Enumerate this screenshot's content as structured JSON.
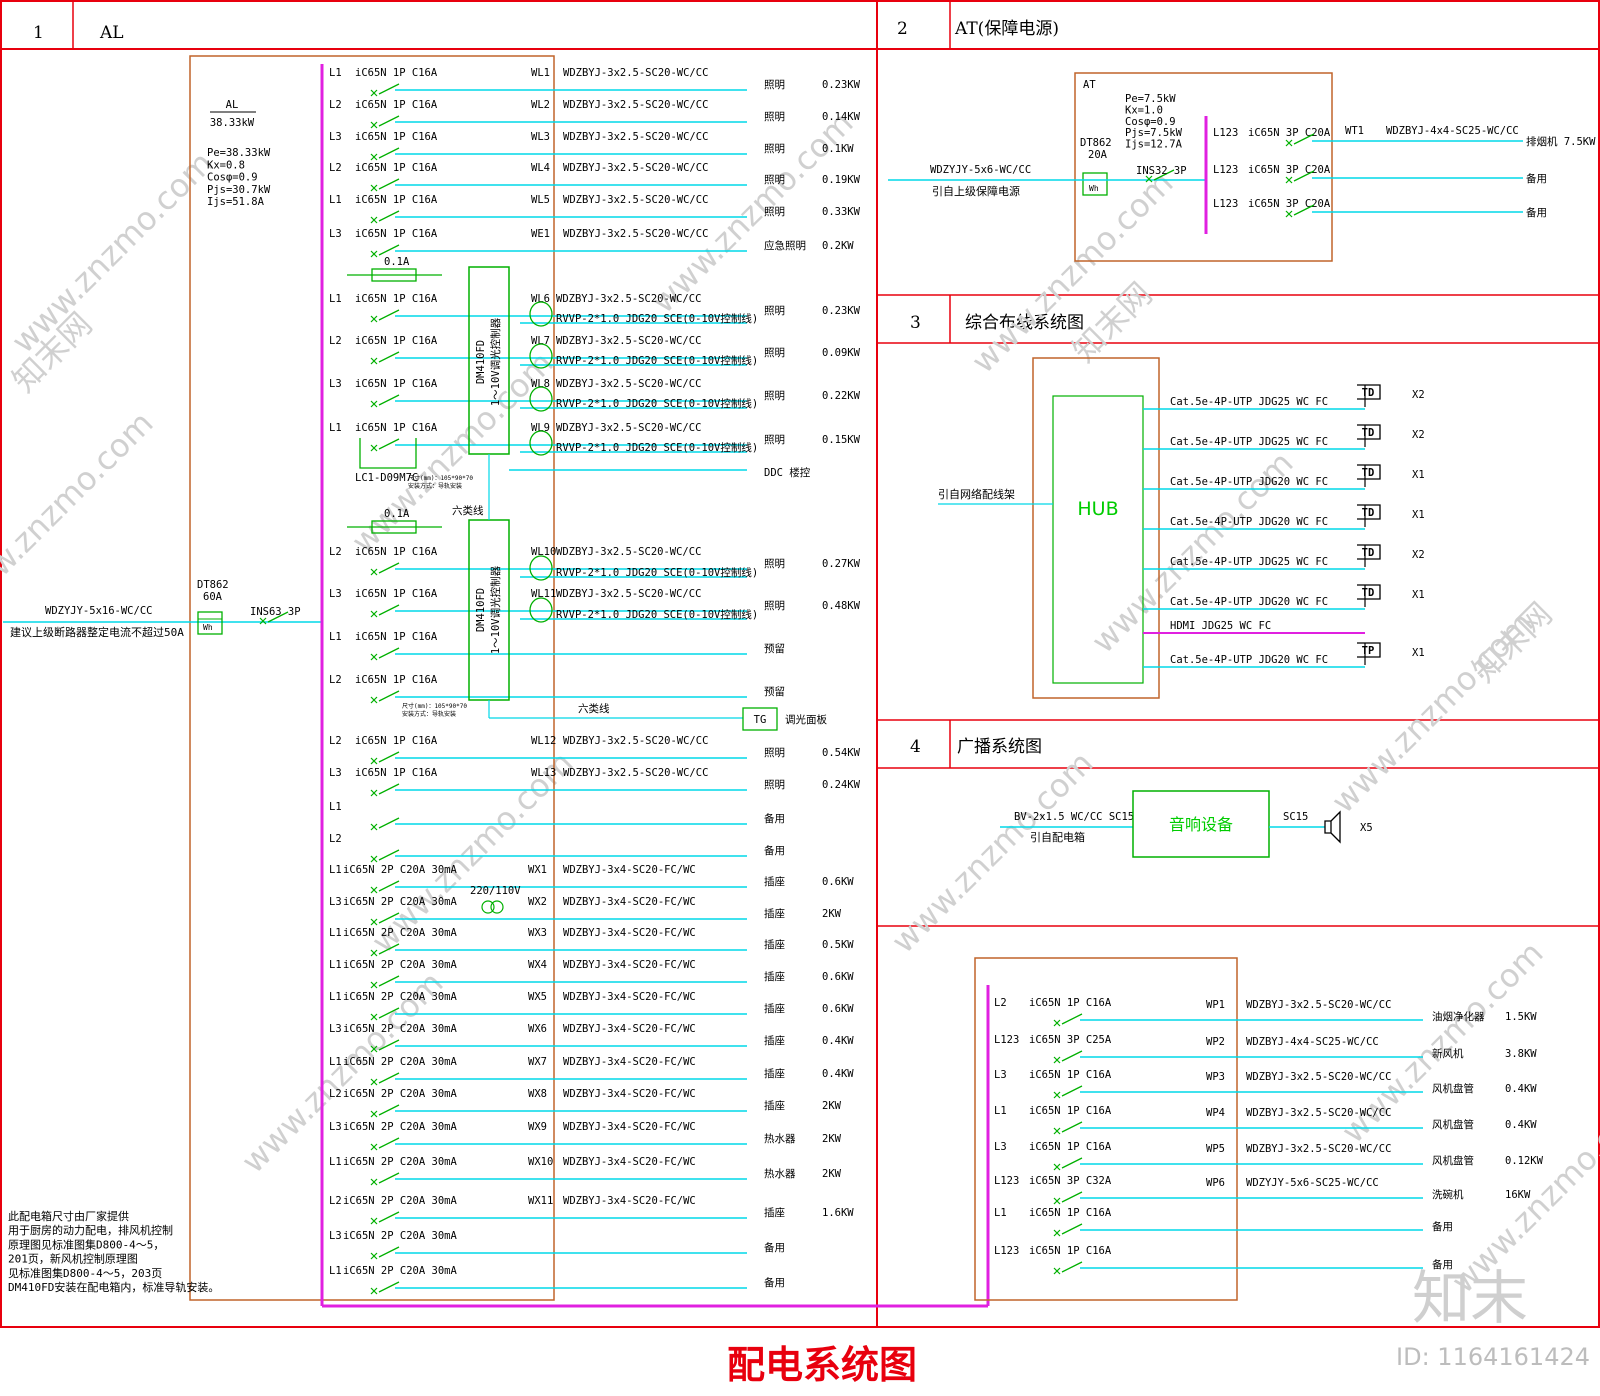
{
  "sheet_title": "配电系统图",
  "panels": {
    "p1": {
      "num": "1",
      "name": "AL"
    },
    "p2": {
      "num": "2",
      "name": "AT(保障电源)"
    },
    "p3": {
      "num": "3",
      "name": "综合布线系统图"
    },
    "p4": {
      "num": "4",
      "name": "广播系统图"
    }
  },
  "al": {
    "box_name": "AL",
    "box_load": "38.33kW",
    "params": [
      "Pe=38.33kW",
      "Kx=0.8",
      "Cosφ=0.9",
      "Pjs=30.7kW",
      "Ijs=51.8A"
    ],
    "meter": "DT862",
    "meter_current": "60A",
    "meter_symbol": "Wh",
    "main_switch": "INS63 3P",
    "feeder": "WDZYJY-5x16-WC/CC",
    "feeder_note": "建议上级断路器整定电流不超过50A",
    "fuse1": "0.1A",
    "fuse2": "0.1A",
    "contactor": "LC1-D09M7C",
    "dimmer_ctrl": "DM410FD",
    "dimmer_desc": "1～10V调光控制器",
    "dimmer_size": "尺寸(mm)：105*90*70",
    "dimmer_install": "安装方式：导轨安装",
    "cat6_1": "六类线",
    "cat6_2": "六类线",
    "tg_label": "TG",
    "tg_desc": "调光面板",
    "ddc": "DDC 楼控",
    "transformer": "220/110V",
    "notes": [
      "此配电箱尺寸由厂家提供",
      "用于厨房的动力配电，排风机控制",
      "原理图见标准图集D800-4～5，",
      "201页，新风机控制原理图",
      "见标准图集D800-4～5，203页",
      "DM410FD安装在配电箱内，标准导轨安装。"
    ],
    "circuits": [
      {
        "phase": "L1",
        "breaker": "iC65N 1P C16A",
        "id": "WL1",
        "cable": "WDZBYJ-3x2.5-SC20-WC/CC",
        "use": "照明",
        "load": "0.23KW"
      },
      {
        "phase": "L2",
        "breaker": "iC65N 1P C16A",
        "id": "WL2",
        "cable": "WDZBYJ-3x2.5-SC20-WC/CC",
        "use": "照明",
        "load": "0.14KW"
      },
      {
        "phase": "L3",
        "breaker": "iC65N 1P C16A",
        "id": "WL3",
        "cable": "WDZBYJ-3x2.5-SC20-WC/CC",
        "use": "照明",
        "load": "0.1KW"
      },
      {
        "phase": "L2",
        "breaker": "iC65N 1P C16A",
        "id": "WL4",
        "cable": "WDZBYJ-3x2.5-SC20-WC/CC",
        "use": "照明",
        "load": "0.19KW"
      },
      {
        "phase": "L1",
        "breaker": "iC65N 1P C16A",
        "id": "WL5",
        "cable": "WDZBYJ-3x2.5-SC20-WC/CC",
        "use": "照明",
        "load": "0.33KW"
      },
      {
        "phase": "L3",
        "breaker": "iC65N 1P C16A",
        "id": "WE1",
        "cable": "WDZBYJ-3x2.5-SC20-WC/CC",
        "use": "应急照明",
        "load": "0.2KW"
      },
      {
        "phase": "L1",
        "breaker": "iC65N 1P C16A",
        "id": "WL6",
        "cable": "WDZBYJ-3x2.5-SC20-WC/CC",
        "cable2": "RVVP-2*1.0 JDG20 SCE(0-10V控制线)",
        "use": "照明",
        "load": "0.23KW"
      },
      {
        "phase": "L2",
        "breaker": "iC65N 1P C16A",
        "id": "WL7",
        "cable": "WDZBYJ-3x2.5-SC20-WC/CC",
        "cable2": "RVVP-2*1.0 JDG20 SCE(0-10V控制线)",
        "use": "照明",
        "load": "0.09KW"
      },
      {
        "phase": "L3",
        "breaker": "iC65N 1P C16A",
        "id": "WL8",
        "cable": "WDZBYJ-3x2.5-SC20-WC/CC",
        "cable2": "RVVP-2*1.0 JDG20 SCE(0-10V控制线)",
        "use": "照明",
        "load": "0.22KW"
      },
      {
        "phase": "L1",
        "breaker": "iC65N 1P C16A",
        "id": "WL9",
        "cable": "WDZBYJ-3x2.5-SC20-WC/CC",
        "cable2": "RVVP-2*1.0 JDG20 SCE(0-10V控制线)",
        "use": "照明",
        "load": "0.15KW"
      },
      {
        "phase": "L2",
        "breaker": "iC65N 1P C16A",
        "id": "WL10",
        "cable": "WDZBYJ-3x2.5-SC20-WC/CC",
        "cable2": "RVVP-2*1.0 JDG20 SCE(0-10V控制线)",
        "use": "照明",
        "load": "0.27KW"
      },
      {
        "phase": "L3",
        "breaker": "iC65N 1P C16A",
        "id": "WL11",
        "cable": "WDZBYJ-3x2.5-SC20-WC/CC",
        "cable2": "RVVP-2*1.0 JDG20 SCE(0-10V控制线)",
        "use": "照明",
        "load": "0.48KW"
      },
      {
        "phase": "L1",
        "breaker": "iC65N 1P C16A",
        "id": "",
        "cable": "",
        "use": "预留",
        "load": ""
      },
      {
        "phase": "L2",
        "breaker": "iC65N 1P C16A",
        "id": "",
        "cable": "",
        "use": "预留",
        "load": ""
      },
      {
        "phase": "L2",
        "breaker": "iC65N 1P C16A",
        "id": "WL12",
        "cable": "WDZBYJ-3x2.5-SC20-WC/CC",
        "use": "照明",
        "load": "0.54KW"
      },
      {
        "phase": "L3",
        "breaker": "iC65N 1P C16A",
        "id": "WL13",
        "cable": "WDZBYJ-3x2.5-SC20-WC/CC",
        "use": "照明",
        "load": "0.24KW"
      },
      {
        "phase": "L1",
        "breaker": "",
        "id": "",
        "cable": "",
        "use": "备用",
        "load": ""
      },
      {
        "phase": "L2",
        "breaker": "",
        "id": "",
        "cable": "",
        "use": "备用",
        "load": ""
      },
      {
        "phase": "L1",
        "breaker": "iC65N 2P C20A 30mA",
        "id": "WX1",
        "cable": "WDZBYJ-3x4-SC20-FC/WC",
        "use": "插座",
        "load": "0.6KW"
      },
      {
        "phase": "L3",
        "breaker": "iC65N 2P C20A 30mA",
        "id": "WX2",
        "cable": "WDZBYJ-3x4-SC20-FC/WC",
        "use": "插座",
        "load": "2KW"
      },
      {
        "phase": "L1",
        "breaker": "iC65N 2P C20A 30mA",
        "id": "WX3",
        "cable": "WDZBYJ-3x4-SC20-FC/WC",
        "use": "插座",
        "load": "0.5KW"
      },
      {
        "phase": "L1",
        "breaker": "iC65N 2P C20A 30mA",
        "id": "WX4",
        "cable": "WDZBYJ-3x4-SC20-FC/WC",
        "use": "插座",
        "load": "0.6KW"
      },
      {
        "phase": "L1",
        "breaker": "iC65N 2P C20A 30mA",
        "id": "WX5",
        "cable": "WDZBYJ-3x4-SC20-FC/WC",
        "use": "插座",
        "load": "0.6KW"
      },
      {
        "phase": "L3",
        "breaker": "iC65N 2P C20A 30mA",
        "id": "WX6",
        "cable": "WDZBYJ-3x4-SC20-FC/WC",
        "use": "插座",
        "load": "0.4KW"
      },
      {
        "phase": "L1",
        "breaker": "iC65N 2P C20A 30mA",
        "id": "WX7",
        "cable": "WDZBYJ-3x4-SC20-FC/WC",
        "use": "插座",
        "load": "0.4KW"
      },
      {
        "phase": "L2",
        "breaker": "iC65N 2P C20A 30mA",
        "id": "WX8",
        "cable": "WDZBYJ-3x4-SC20-FC/WC",
        "use": "插座",
        "load": "2KW"
      },
      {
        "phase": "L3",
        "breaker": "iC65N 2P C20A 30mA",
        "id": "WX9",
        "cable": "WDZBYJ-3x4-SC20-FC/WC",
        "use": "热水器",
        "load": "2KW"
      },
      {
        "phase": "L1",
        "breaker": "iC65N 2P C20A 30mA",
        "id": "WX10",
        "cable": "WDZBYJ-3x4-SC20-FC/WC",
        "use": "热水器",
        "load": "2KW"
      },
      {
        "phase": "L2",
        "breaker": "iC65N 2P C20A 30mA",
        "id": "WX11",
        "cable": "WDZBYJ-3x4-SC20-FC/WC",
        "use": "插座",
        "load": "1.6KW"
      },
      {
        "phase": "L3",
        "breaker": "iC65N 2P C20A 30mA",
        "id": "",
        "cable": "",
        "use": "备用",
        "load": ""
      },
      {
        "phase": "L1",
        "breaker": "iC65N 2P C20A 30mA",
        "id": "",
        "cable": "",
        "use": "备用",
        "load": ""
      }
    ]
  },
  "at": {
    "box_name": "AT",
    "params": [
      "Pe=7.5kW",
      "Kx=1.0",
      "Cosφ=0.9",
      "Pjs=7.5kW",
      "Ijs=12.7A"
    ],
    "meter": "DT862",
    "meter_current": "20A",
    "meter_symbol": "Wh",
    "main_switch": "INS32 3P",
    "feeder": "WDZYJY-5x6-WC/CC",
    "feeder_note": "引自上级保障电源",
    "circuits": [
      {
        "phase": "L123",
        "breaker": "iC65N 3P C20A",
        "id": "WT1",
        "cable": "WDZBYJ-4x4-SC25-WC/CC",
        "use": "排烟机 7.5KW"
      },
      {
        "phase": "L123",
        "breaker": "iC65N 3P C20A",
        "id": "",
        "cable": "",
        "use": "备用"
      },
      {
        "phase": "L123",
        "breaker": "iC65N 3P C20A",
        "id": "",
        "cable": "",
        "use": "备用"
      }
    ]
  },
  "network": {
    "source": "引自网络配线架",
    "hub": "HUB",
    "outlets": [
      {
        "cable": "Cat.5e-4P-UTP JDG25 WC FC",
        "type": "TD",
        "qty": "X2"
      },
      {
        "cable": "Cat.5e-4P-UTP JDG25 WC FC",
        "type": "TD",
        "qty": "X2"
      },
      {
        "cable": "Cat.5e-4P-UTP JDG20 WC FC",
        "type": "TD",
        "qty": "X1"
      },
      {
        "cable": "Cat.5e-4P-UTP JDG20 WC FC",
        "type": "TD",
        "qty": "X1"
      },
      {
        "cable": "Cat.5e-4P-UTP JDG25 WC FC",
        "type": "TD",
        "qty": "X2"
      },
      {
        "cable": "Cat.5e-4P-UTP JDG20 WC FC",
        "type": "TD",
        "qty": "X1"
      },
      {
        "cable": "HDMI JDG25 WC FC",
        "type": "",
        "qty": ""
      },
      {
        "cable": "Cat.5e-4P-UTP JDG20 WC FC",
        "type": "TP",
        "qty": "X1"
      }
    ]
  },
  "broadcast": {
    "cable_in": "BV-2x1.5 WC/CC SC15",
    "source": "引自配电箱",
    "device": "音响设备",
    "cable_out": "SC15",
    "qty": "X5"
  },
  "ap": {
    "circuits": [
      {
        "phase": "L2",
        "breaker": "iC65N 1P C16A",
        "id": "WP1",
        "cable": "WDZBYJ-3x2.5-SC20-WC/CC",
        "use": "油烟净化器",
        "load": "1.5KW"
      },
      {
        "phase": "L123",
        "breaker": "iC65N 3P C25A",
        "id": "WP2",
        "cable": "WDZBYJ-4x4-SC25-WC/CC",
        "use": "新风机",
        "load": "3.8KW"
      },
      {
        "phase": "L3",
        "breaker": "iC65N 1P C16A",
        "id": "WP3",
        "cable": "WDZBYJ-3x2.5-SC20-WC/CC",
        "use": "风机盘管",
        "load": "0.4KW"
      },
      {
        "phase": "L1",
        "breaker": "iC65N 1P C16A",
        "id": "WP4",
        "cable": "WDZBYJ-3x2.5-SC20-WC/CC",
        "use": "风机盘管",
        "load": "0.4KW"
      },
      {
        "phase": "L3",
        "breaker": "iC65N 1P C16A",
        "id": "WP5",
        "cable": "WDZBYJ-3x2.5-SC20-WC/CC",
        "use": "风机盘管",
        "load": "0.12KW"
      },
      {
        "phase": "L123",
        "breaker": "iC65N 3P C32A",
        "id": "WP6",
        "cable": "WDZYJY-5x6-SC25-WC/CC",
        "use": "洗碗机",
        "load": "16KW"
      },
      {
        "phase": "L1",
        "breaker": "iC65N 1P C16A",
        "id": "",
        "cable": "",
        "use": "备用",
        "load": ""
      },
      {
        "phase": "L123",
        "breaker": "iC65N 1P C16A",
        "id": "",
        "cable": "",
        "use": "备用",
        "load": ""
      }
    ]
  },
  "watermark": {
    "site": "www.znzmo.com",
    "brand": "知末网",
    "logo": "知末",
    "id_text": "ID: 1164161424"
  },
  "colors": {
    "frame": "#e8000e",
    "box": "#c0642a",
    "bus": "#e020e0",
    "line": "#00d8e8",
    "green": "#00cc00",
    "switch": "#00b000"
  }
}
